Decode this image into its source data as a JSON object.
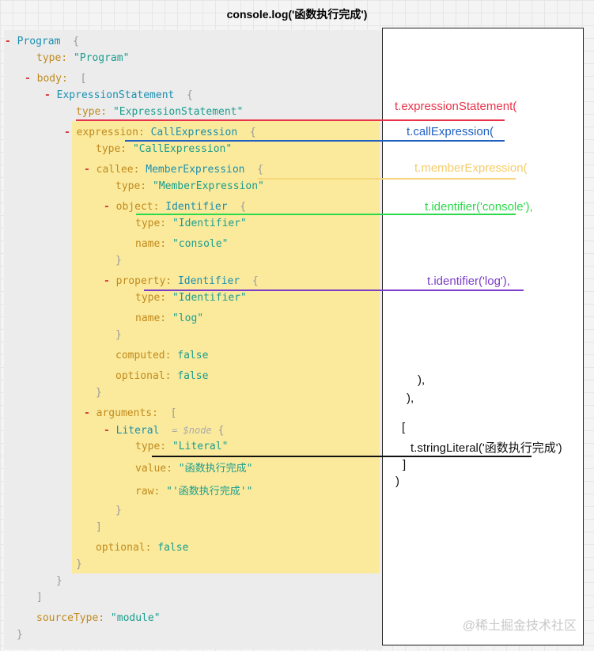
{
  "title": "console.log('函数执行完成')",
  "ast": {
    "program": "Program",
    "program_type_key": "type:",
    "program_type_val": "\"Program\"",
    "body_key": "body:",
    "expr_stmt": "ExpressionStatement",
    "expr_stmt_type_val": "\"ExpressionStatement\"",
    "expression_key": "expression:",
    "call_expr": "CallExpression",
    "call_expr_type_val": "\"CallExpression\"",
    "callee_key": "callee:",
    "member_expr": "MemberExpression",
    "member_expr_type_val": "\"MemberExpression\"",
    "object_key": "object:",
    "identifier": "Identifier",
    "identifier_type_val": "\"Identifier\"",
    "name_key": "name:",
    "console_val": "\"console\"",
    "property_key": "property:",
    "log_val": "\"log\"",
    "computed_key": "computed:",
    "optional_key": "optional:",
    "false_val": "false",
    "arguments_key": "arguments:",
    "literal": "Literal",
    "node_ref": "= $node",
    "literal_type_val": "\"Literal\"",
    "value_key": "value:",
    "value_val": "\"函数执行完成\"",
    "raw_key": "raw:",
    "raw_val": "\"'函数执行完成'\"",
    "source_type_key": "sourceType:",
    "source_type_val": "\"module\"",
    "type_key": "type:",
    "brace_open": "{",
    "brace_close": "}",
    "bracket_open": "[",
    "bracket_close": "]",
    "minus": "-"
  },
  "builder": {
    "expression_statement": "t.expressionStatement(",
    "call_expression": "t.callExpression(",
    "member_expression": "t.memberExpression(",
    "identifier_console": "t.identifier('console'),",
    "identifier_log": "t.identifier('log'),",
    "close1": "),",
    "close2": "),",
    "bracket_open": "[",
    "string_literal": "t.stringLiteral('函数执行完成')",
    "bracket_close": "]",
    "paren_close": ")"
  },
  "colors": {
    "red": "#e8334a",
    "blue": "#1f5fbf",
    "yellow": "#f7d57a",
    "green": "#2bd94a",
    "purple": "#7d3cc8",
    "black": "#111111"
  },
  "watermark": "@稀土掘金技术社区"
}
